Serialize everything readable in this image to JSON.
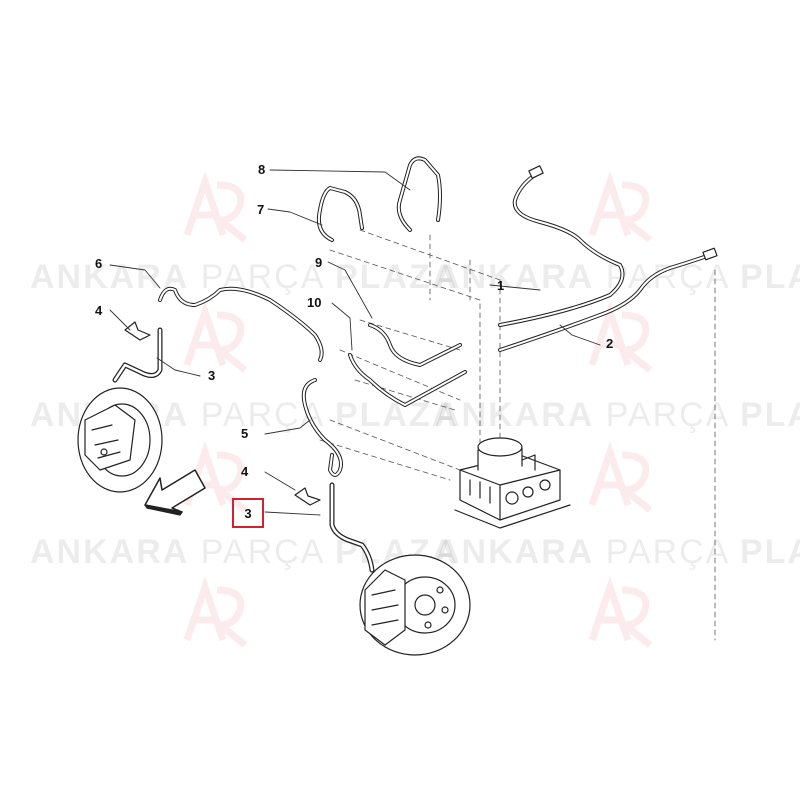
{
  "watermark": {
    "part1": "ANKARA",
    "part2": "PARÇA",
    "part3": "PLAZA",
    "logo_color": "#d3212d"
  },
  "callouts": {
    "c1": "1",
    "c2": "2",
    "c3a": "3",
    "c3b": "3",
    "c4a": "4",
    "c4b": "4",
    "c5": "5",
    "c6": "6",
    "c7": "7",
    "c8": "8",
    "c9": "9",
    "c10": "10"
  },
  "highlight_color": "#d3212d"
}
